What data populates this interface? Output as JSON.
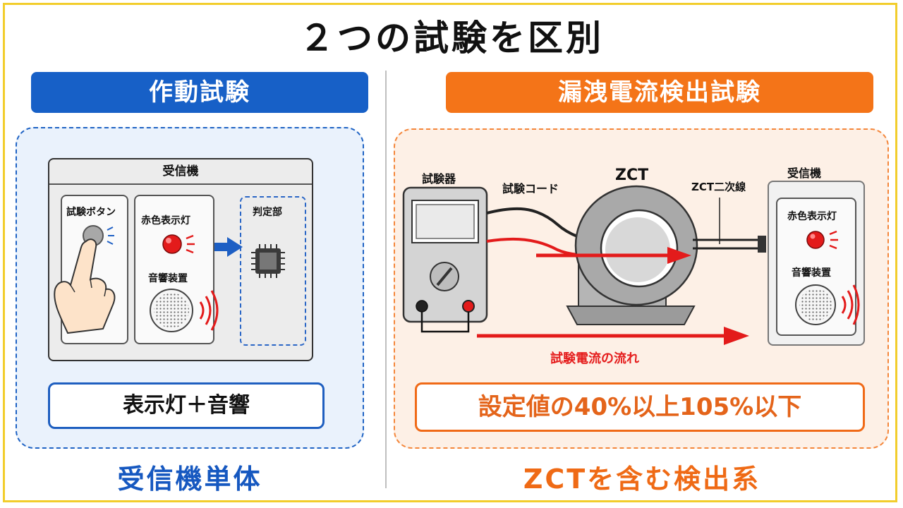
{
  "title": "２つの試験を区別",
  "left": {
    "header": "作動試験",
    "receiver_title": "受信機",
    "test_button_label": "試験ボタン",
    "lamp_label": "赤色表示灯",
    "sounder_label": "音響装置",
    "judge_label": "判定部",
    "result": "表示灯＋音響",
    "scope": "受信機単体"
  },
  "right": {
    "header": "漏洩電流検出試験",
    "tester_label": "試験器",
    "cord_label": "試験コード",
    "zct_label": "ZCT",
    "secondary_label": "ZCT二次線",
    "receiver_title": "受信機",
    "lamp_label": "赤色表示灯",
    "sounder_label": "音響装置",
    "flow_label": "試験電流の流れ",
    "result": "設定値の40%以上105%以下",
    "scope": "ZCTを含む検出系"
  },
  "colors": {
    "blue": "#1760c7",
    "orange": "#f47418",
    "red": "#e51e1e",
    "frame": "#f2cd2c"
  }
}
